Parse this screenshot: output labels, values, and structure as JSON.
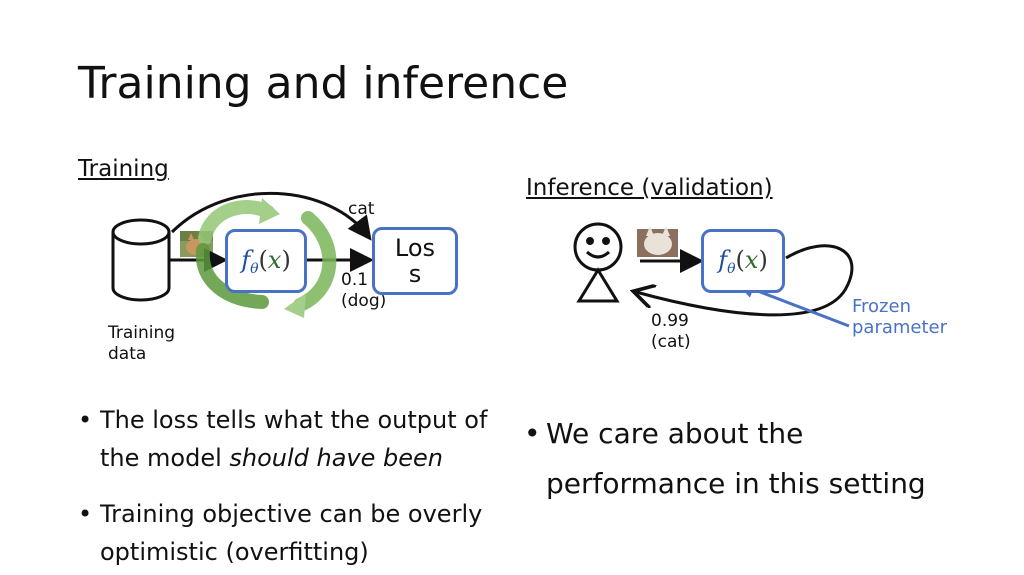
{
  "title": "Training and inference",
  "training": {
    "heading": "Training",
    "data_label_line1": "Training",
    "data_label_line2": "data",
    "model_label": "f",
    "model_sub": "θ",
    "model_arg": "x",
    "loss_line1": "Los",
    "loss_line2": "s",
    "target_label": "cat",
    "pred_value": "0.1",
    "pred_class": "(dog)",
    "bullets": [
      {
        "text": "The loss tells what the output of the model ",
        "emph": "should have been"
      },
      {
        "text": "Training objective can be overly optimistic (overfitting)",
        "emph": ""
      }
    ]
  },
  "inference": {
    "heading": "Inference (validation)",
    "model_label": "f",
    "model_sub": "θ",
    "model_arg": "x",
    "pred_value": "0.99",
    "pred_class": "(cat)",
    "frozen_line1": "Frozen",
    "frozen_line2": "parameter",
    "bullets": [
      {
        "text": "We care about the performance in this setting"
      }
    ]
  },
  "colors": {
    "box_border": "#4a72c4",
    "frozen_text": "#4a72c4",
    "cycle_arrow": "#7fbf5a"
  }
}
